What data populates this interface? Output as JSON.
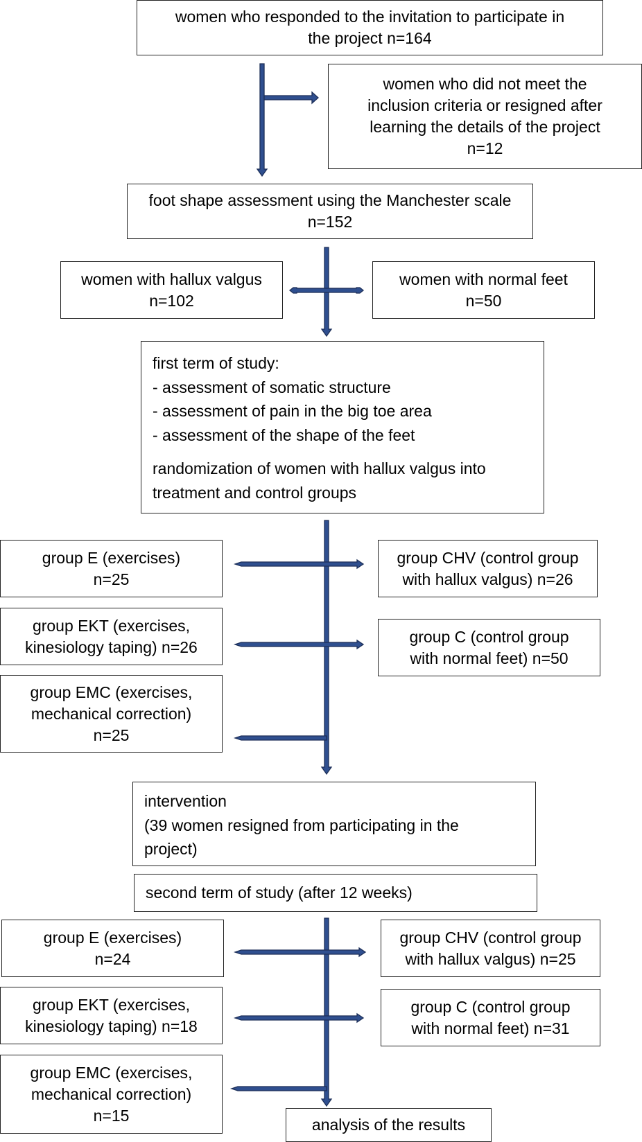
{
  "colors": {
    "arrow_fill": "#2f4f8f",
    "arrow_outline": "#1d2f58",
    "box_border": "#222222"
  },
  "boxes": {
    "responded": [
      "women who responded to the invitation to participate in",
      "the project n=164"
    ],
    "excluded": [
      "women who did not meet the",
      "inclusion criteria or resigned after",
      "learning the details of the project",
      "n=12"
    ],
    "assessment": [
      "foot shape assessment using the Manchester scale",
      "n=152"
    ],
    "hallux": [
      "women with hallux valgus",
      "n=102"
    ],
    "normal": [
      "women with normal feet",
      "n=50"
    ],
    "first_term": {
      "lines": [
        "first term of study:",
        "- assessment of somatic structure",
        "- assessment of pain in the big toe area",
        "- assessment of the shape of the feet"
      ],
      "random": [
        "randomization of women with hallux valgus into",
        "treatment and control groups"
      ]
    },
    "t1_e": [
      "group E (exercises)",
      "n=25"
    ],
    "t1_chv": [
      "group CHV (control group",
      "with hallux valgus) n=26"
    ],
    "t1_ekt": [
      "group EKT (exercises,",
      "kinesiology taping) n=26"
    ],
    "t1_c": [
      "group C (control group",
      "with normal feet) n=50"
    ],
    "t1_emc": [
      "group EMC (exercises,",
      "mechanical correction)",
      "n=25"
    ],
    "intervention": [
      "intervention",
      "(39 women resigned from participating in the",
      "project)"
    ],
    "second_term": "second term of study (after 12 weeks)",
    "t2_e": [
      "group E (exercises)",
      "n=24"
    ],
    "t2_chv": [
      "group CHV (control group",
      "with hallux valgus) n=25"
    ],
    "t2_ekt": [
      "group EKT (exercises,",
      "kinesiology taping) n=18"
    ],
    "t2_c": [
      "group C (control group",
      "with normal feet) n=31"
    ],
    "t2_emc": [
      "group EMC (exercises,",
      "mechanical correction)",
      "n=15"
    ],
    "analysis": "analysis of the results"
  }
}
